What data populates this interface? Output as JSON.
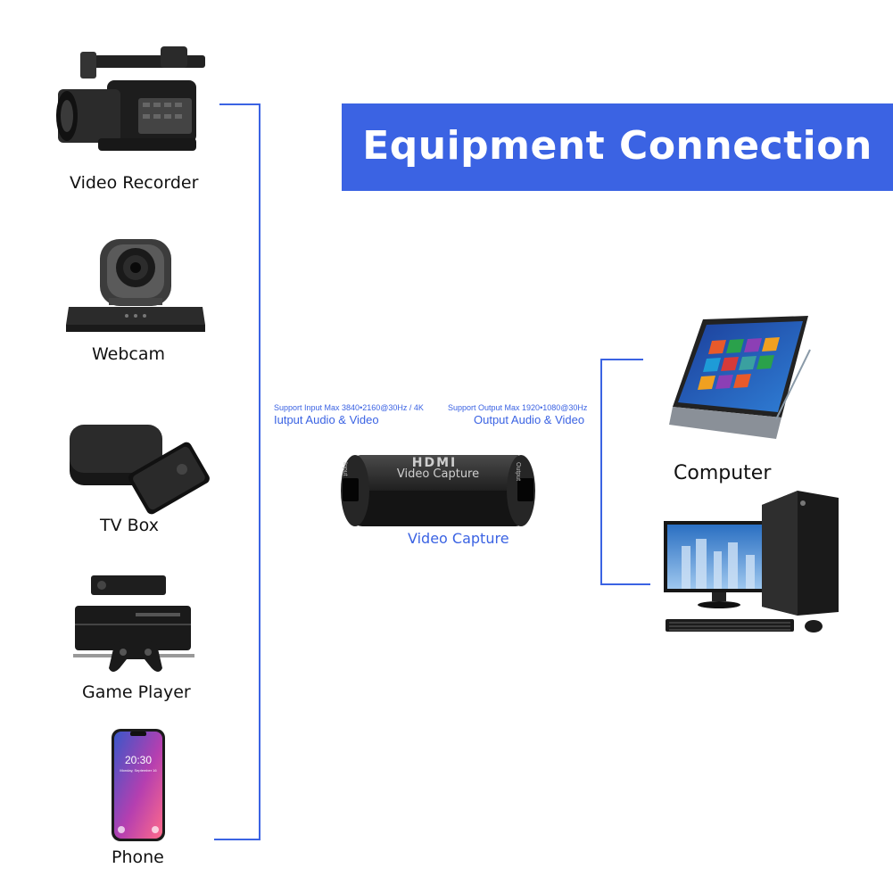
{
  "colors": {
    "accent": "#3b63e3",
    "device_dark": "#1b1b1b"
  },
  "banner": {
    "title": "Equipment Connection"
  },
  "sources": [
    {
      "label": "Video Recorder",
      "icon": "video-recorder-icon"
    },
    {
      "label": "Webcam",
      "icon": "webcam-icon"
    },
    {
      "label": "TV Box",
      "icon": "tv-box-icon"
    },
    {
      "label": "Game Player",
      "icon": "game-console-icon"
    },
    {
      "label": "Phone",
      "icon": "phone-icon"
    }
  ],
  "phone_screen": {
    "time": "20:30",
    "date": "Monday, September 16"
  },
  "capture": {
    "input_spec": "Support Input Max 3840•2160@30Hz / 4K",
    "input_note": "Iutput Audio & Video",
    "output_spec": "Support Output Max 1920•1080@30Hz",
    "output_note": "Output Audio & Video",
    "device_brand": "HDMI",
    "device_name": "Video Capture",
    "side_input": "Input",
    "side_output": "Output",
    "caption": "Video Capture"
  },
  "destinations": [
    {
      "label": "Computer",
      "icon": "laptop-icon"
    },
    {
      "label": "",
      "icon": "desktop-pc-icon"
    }
  ]
}
